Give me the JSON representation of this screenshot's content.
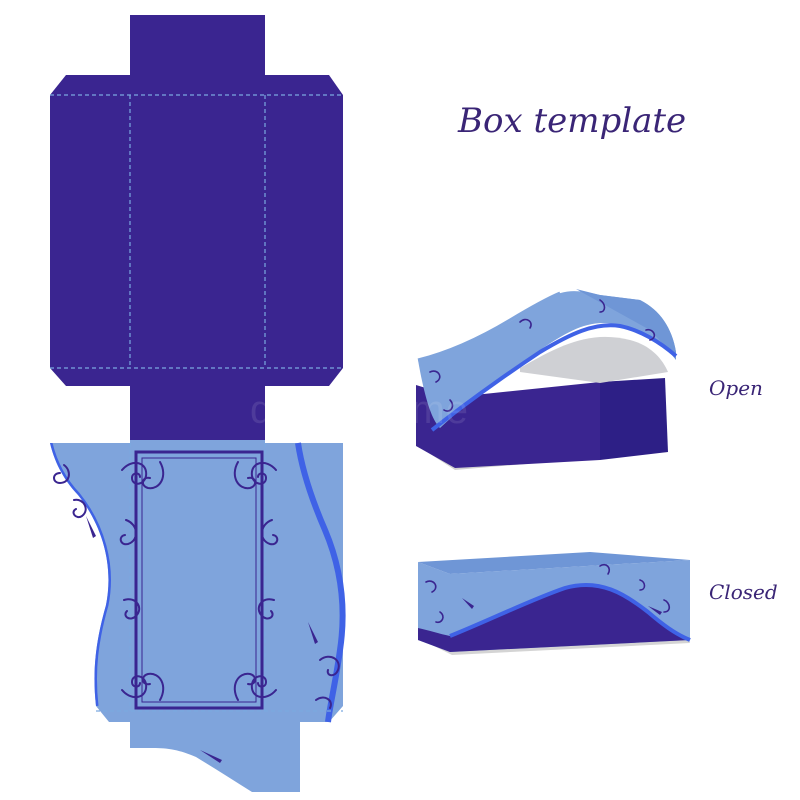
{
  "title": "Box template",
  "labels": {
    "open": "Open",
    "closed": "Closed"
  },
  "watermark": "dreamstime",
  "colors": {
    "dark_panel": "#3a2590",
    "light_panel": "#7fa4dc",
    "accent_blue": "#3f62e6",
    "dashed_line": "#7aa9e0",
    "swirl": "#3a2590",
    "text": "#3a2576",
    "shadow_grey": "#d8d8d8"
  },
  "icons": [
    "swirl-ornament",
    "scissors-glyph"
  ]
}
